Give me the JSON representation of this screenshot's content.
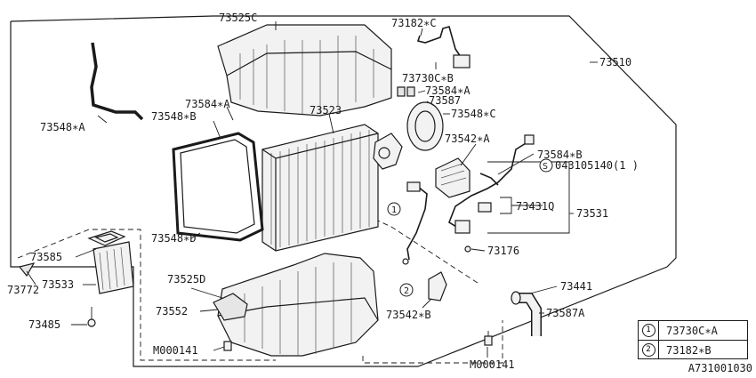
{
  "figure_code": "A731001030",
  "labels": {
    "l73525C": "73525C",
    "l73182C": "73182∗C",
    "l73510": "73510",
    "l73730CB": "73730C∗B",
    "l73584A_r": "73584∗A",
    "l73587": "73587",
    "l73548C": "73548∗C",
    "l73584A_l": "73584∗A",
    "l73548B": "73548∗B",
    "l73523": "73523",
    "l73548A": "73548∗A",
    "l73542A": "73542∗A",
    "l73584B": "73584∗B",
    "l043105140": "043105140(1 )",
    "l73431Q": "73431Q",
    "l73531": "73531",
    "l73548D": "73548∗D",
    "l73176": "73176",
    "l73585": "73585",
    "l73772": "73772",
    "l73533": "73533",
    "l73525D": "73525D",
    "l73441": "73441",
    "l73552": "73552",
    "l73542B": "73542∗B",
    "l73587A": "73587A",
    "l73485": "73485",
    "lM000141_l": "M000141",
    "lM000141_r": "M000141"
  },
  "markers": {
    "s_symbol": "S",
    "circle1": "1",
    "circle2": "2"
  },
  "legend": [
    {
      "num": "1",
      "part": "73730C∗A"
    },
    {
      "num": "2",
      "part": "73182∗B"
    }
  ]
}
